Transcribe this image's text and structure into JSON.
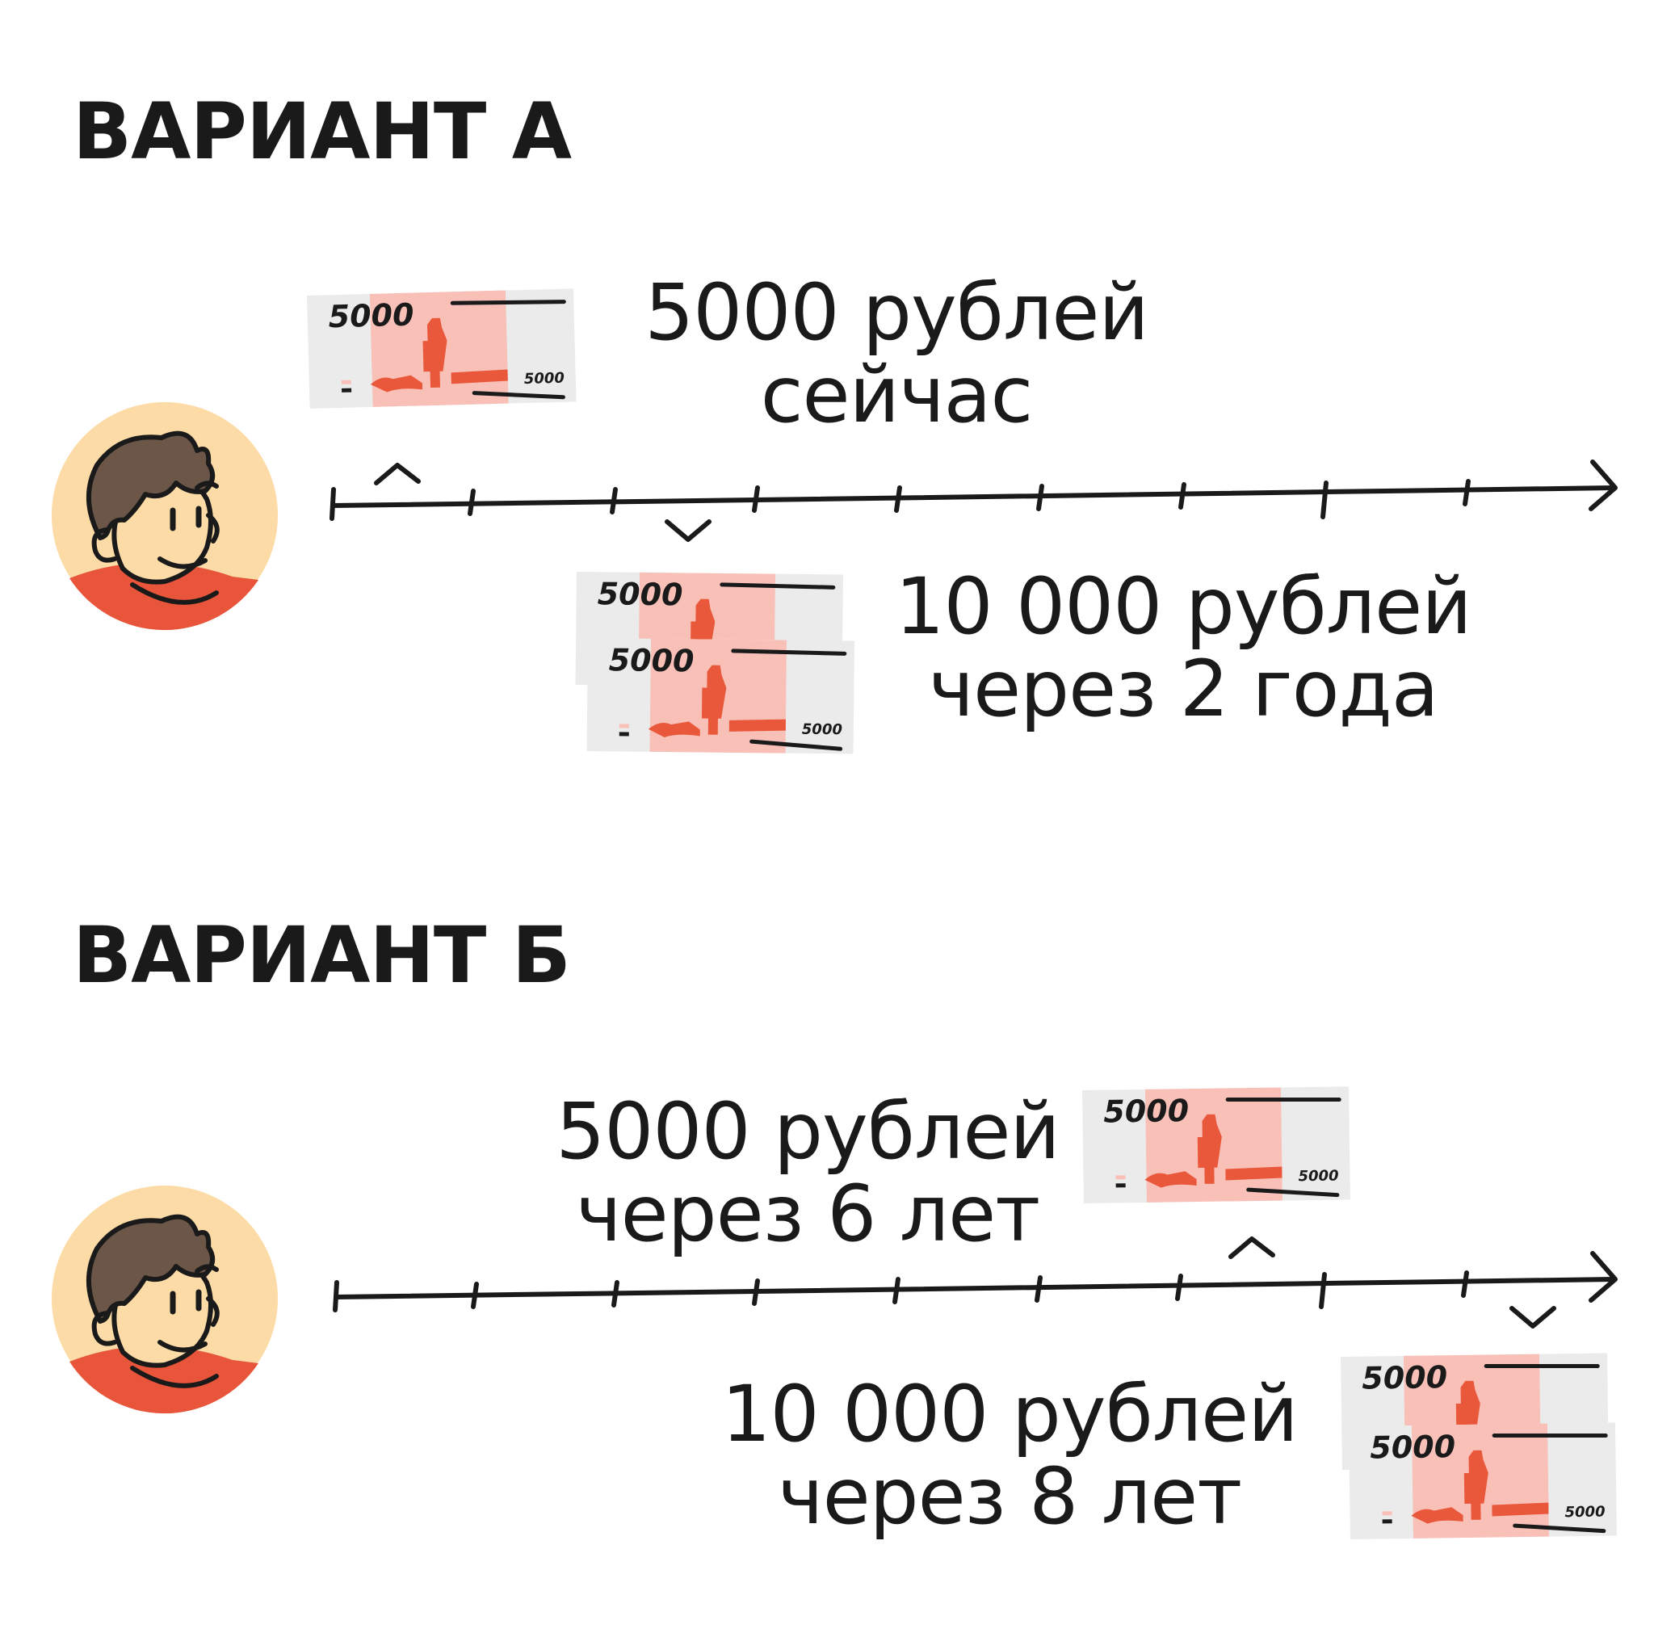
{
  "variant_a": {
    "title": "ВАРИАНТ А",
    "option_now": {
      "amount": "5000 рублей",
      "when": "сейчас"
    },
    "option_later": {
      "amount": "10 000 рублей",
      "when": "через 2 года"
    }
  },
  "variant_b": {
    "title": "ВАРИАНТ Б",
    "option_now": {
      "amount": "5000 рублей",
      "when": "через 6 лет"
    },
    "option_later": {
      "amount": "10 000 рублей",
      "when": "через 8 лет"
    }
  },
  "banknote": {
    "denomination": "5000",
    "small_denomination": "5000"
  },
  "colors": {
    "skin_circle": "#fcdba6",
    "hair": "#6b5648",
    "shirt": "#e8553a",
    "banknote_paper": "#ebebeb",
    "banknote_center": "#f9c0b8",
    "banknote_figure": "#e9583a",
    "ink": "#1a1a1a"
  },
  "icons": [
    "person-avatar-icon",
    "banknote-5000-icon",
    "timeline-arrow-icon",
    "caret-up-icon",
    "caret-down-icon"
  ]
}
